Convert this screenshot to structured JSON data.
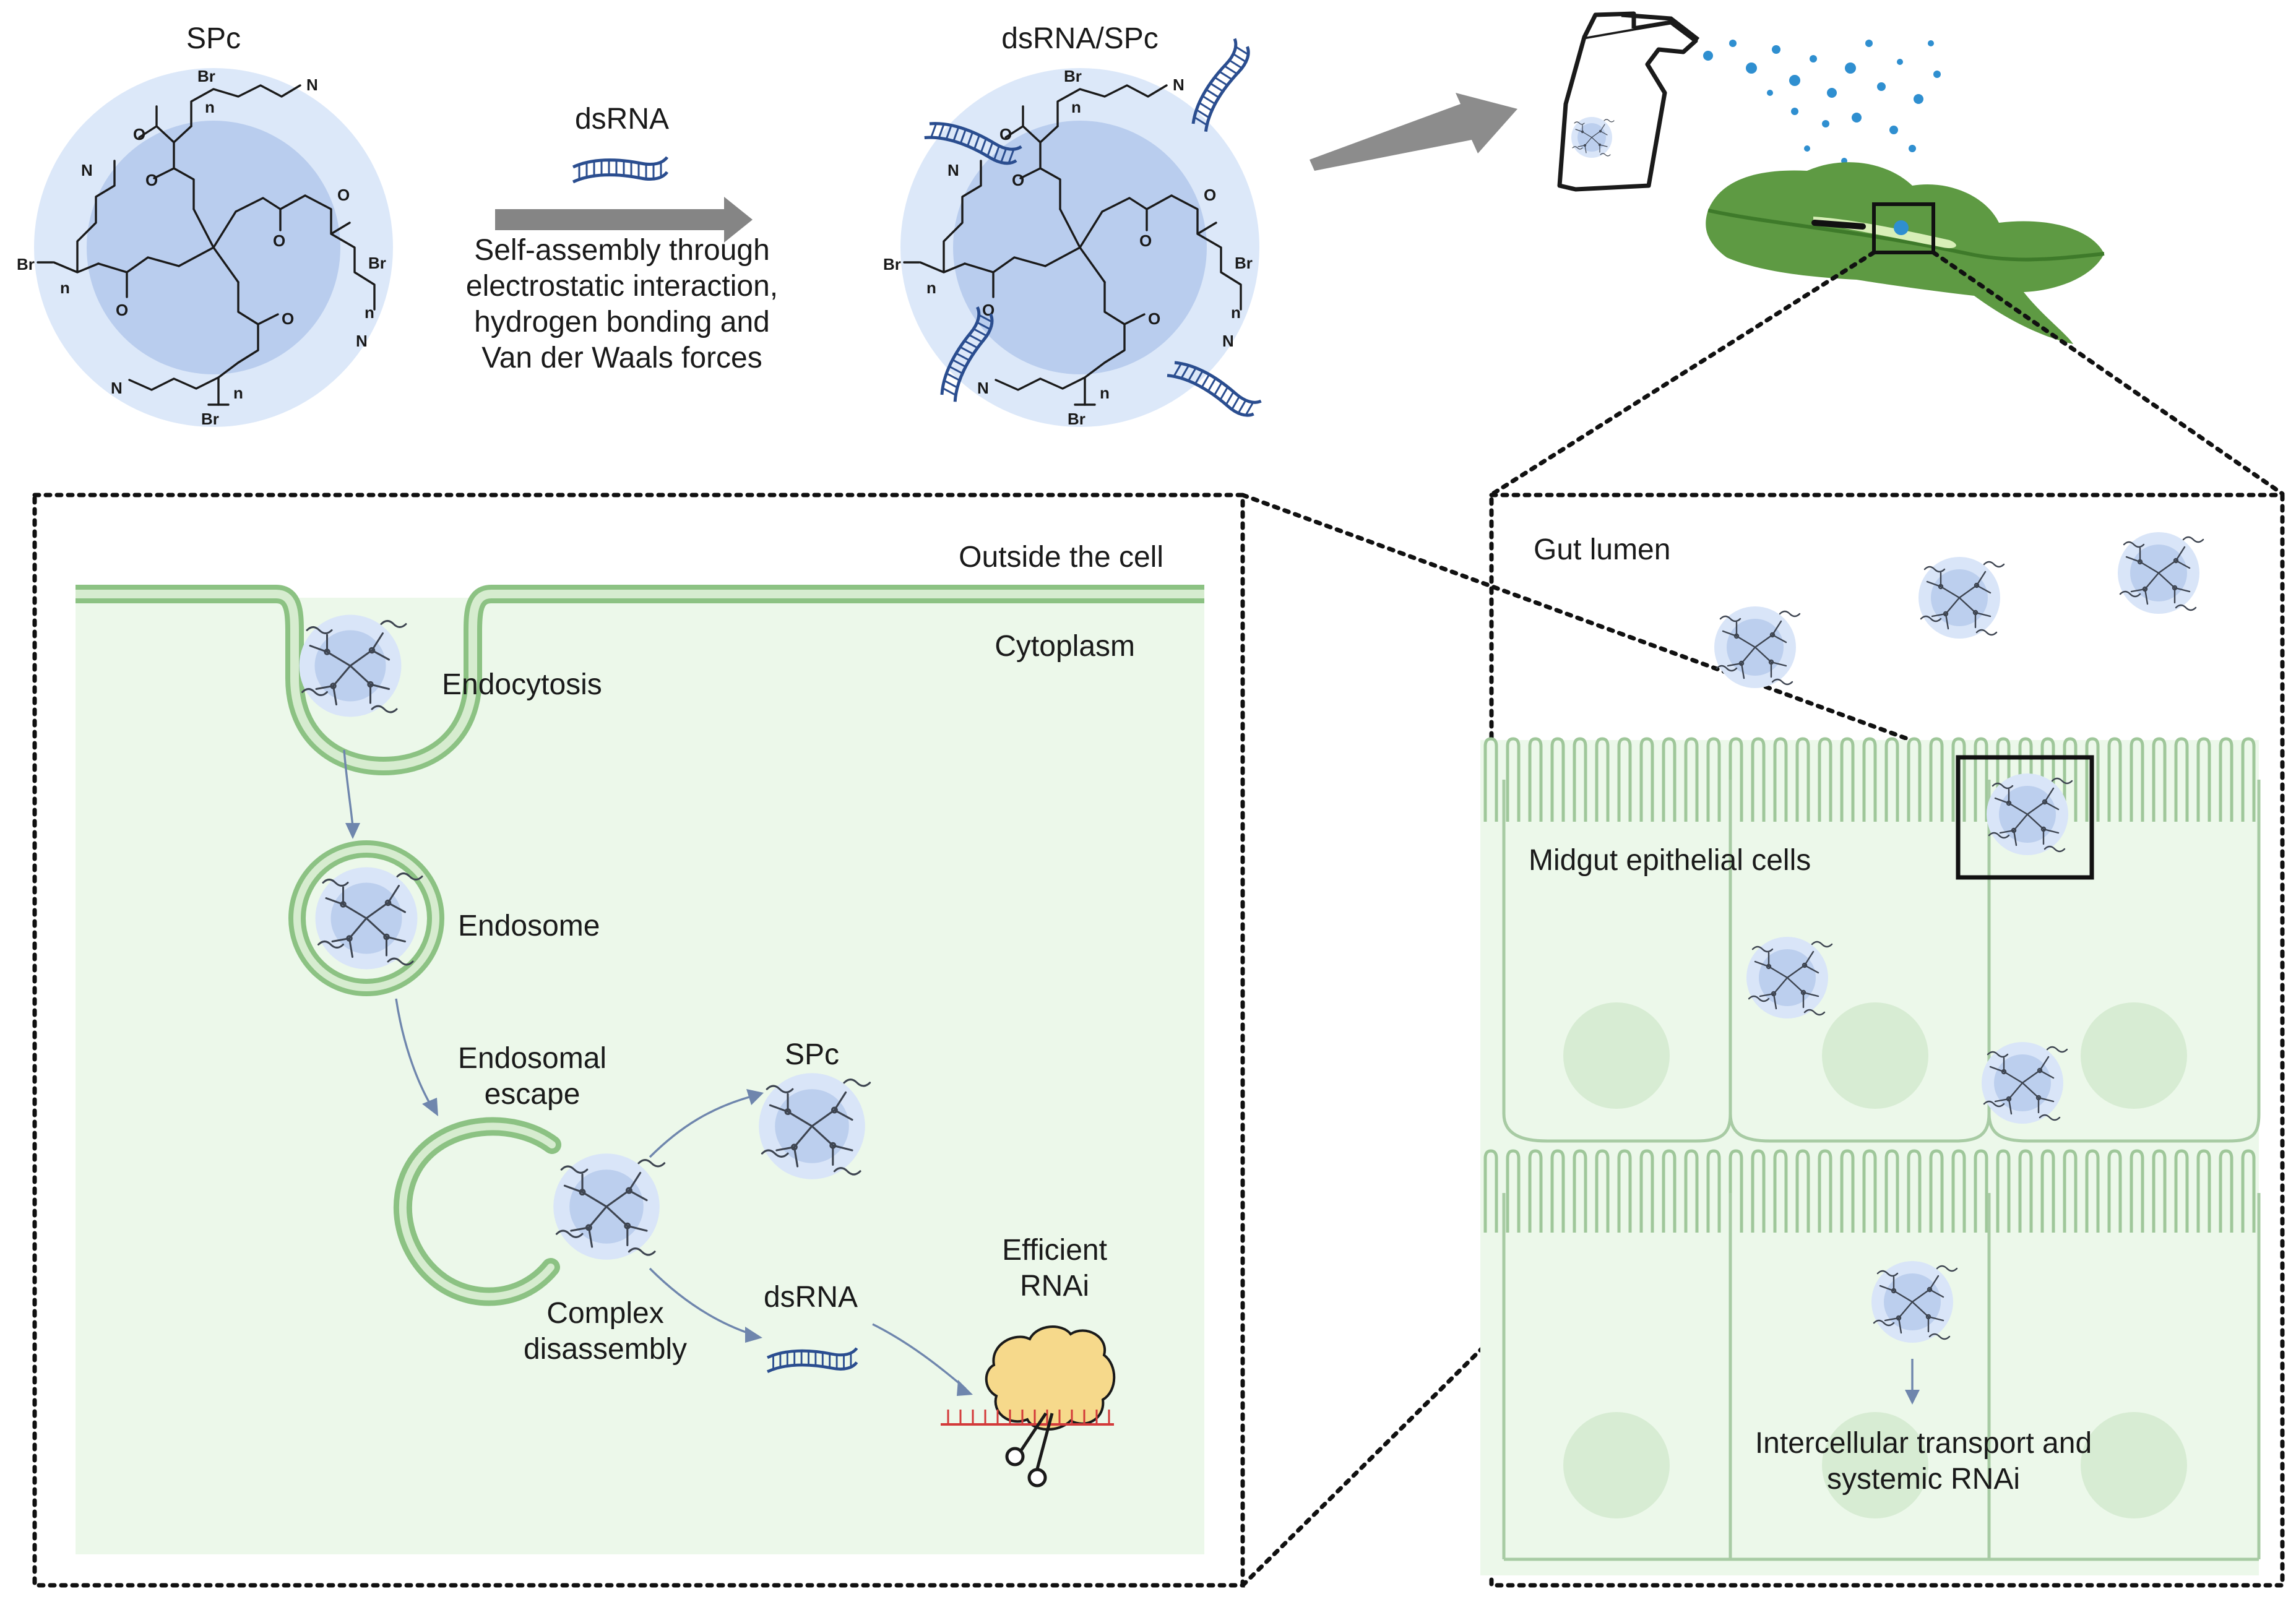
{
  "colors": {
    "particle_outer": "#dce8f9",
    "particle_inner": "#b7ccef",
    "cytoplasm": "#ecf8ea",
    "membrane": "#8cc283",
    "leaf": "#5e9a43",
    "droplet": "#2f8fd0",
    "arrow_blue": "#6f86ad",
    "arrow_gray": "#8c8c8c",
    "rnai_yellow": "#f6d98b",
    "rna_red": "#d33a3a"
  },
  "top": {
    "spc_title": "SPc",
    "dsrna_label": "dsRNA",
    "complex_title": "dsRNA/SPc",
    "assembly_lines": [
      "Self-assembly through",
      "electrostatic interaction,",
      "hydrogen bonding and",
      "Van der Waals forces"
    ]
  },
  "molecule": {
    "br": "Br",
    "n": "n",
    "o": "O",
    "nitrogen": "N"
  },
  "cell_panel": {
    "outside": "Outside the cell",
    "cytoplasm": "Cytoplasm",
    "endocytosis": "Endocytosis",
    "endosome": "Endosome",
    "escape_lines": [
      "Endosomal",
      "escape"
    ],
    "spc": "SPc",
    "disassembly_lines": [
      "Complex",
      "disassembly"
    ],
    "dsrna": "dsRNA",
    "rnai_lines": [
      "Efficient",
      "RNAi"
    ]
  },
  "gut_panel": {
    "lumen": "Gut lumen",
    "epithelial": "Midgut epithelial cells",
    "transport_lines": [
      "Intercellular transport and",
      "systemic RNAi"
    ]
  }
}
